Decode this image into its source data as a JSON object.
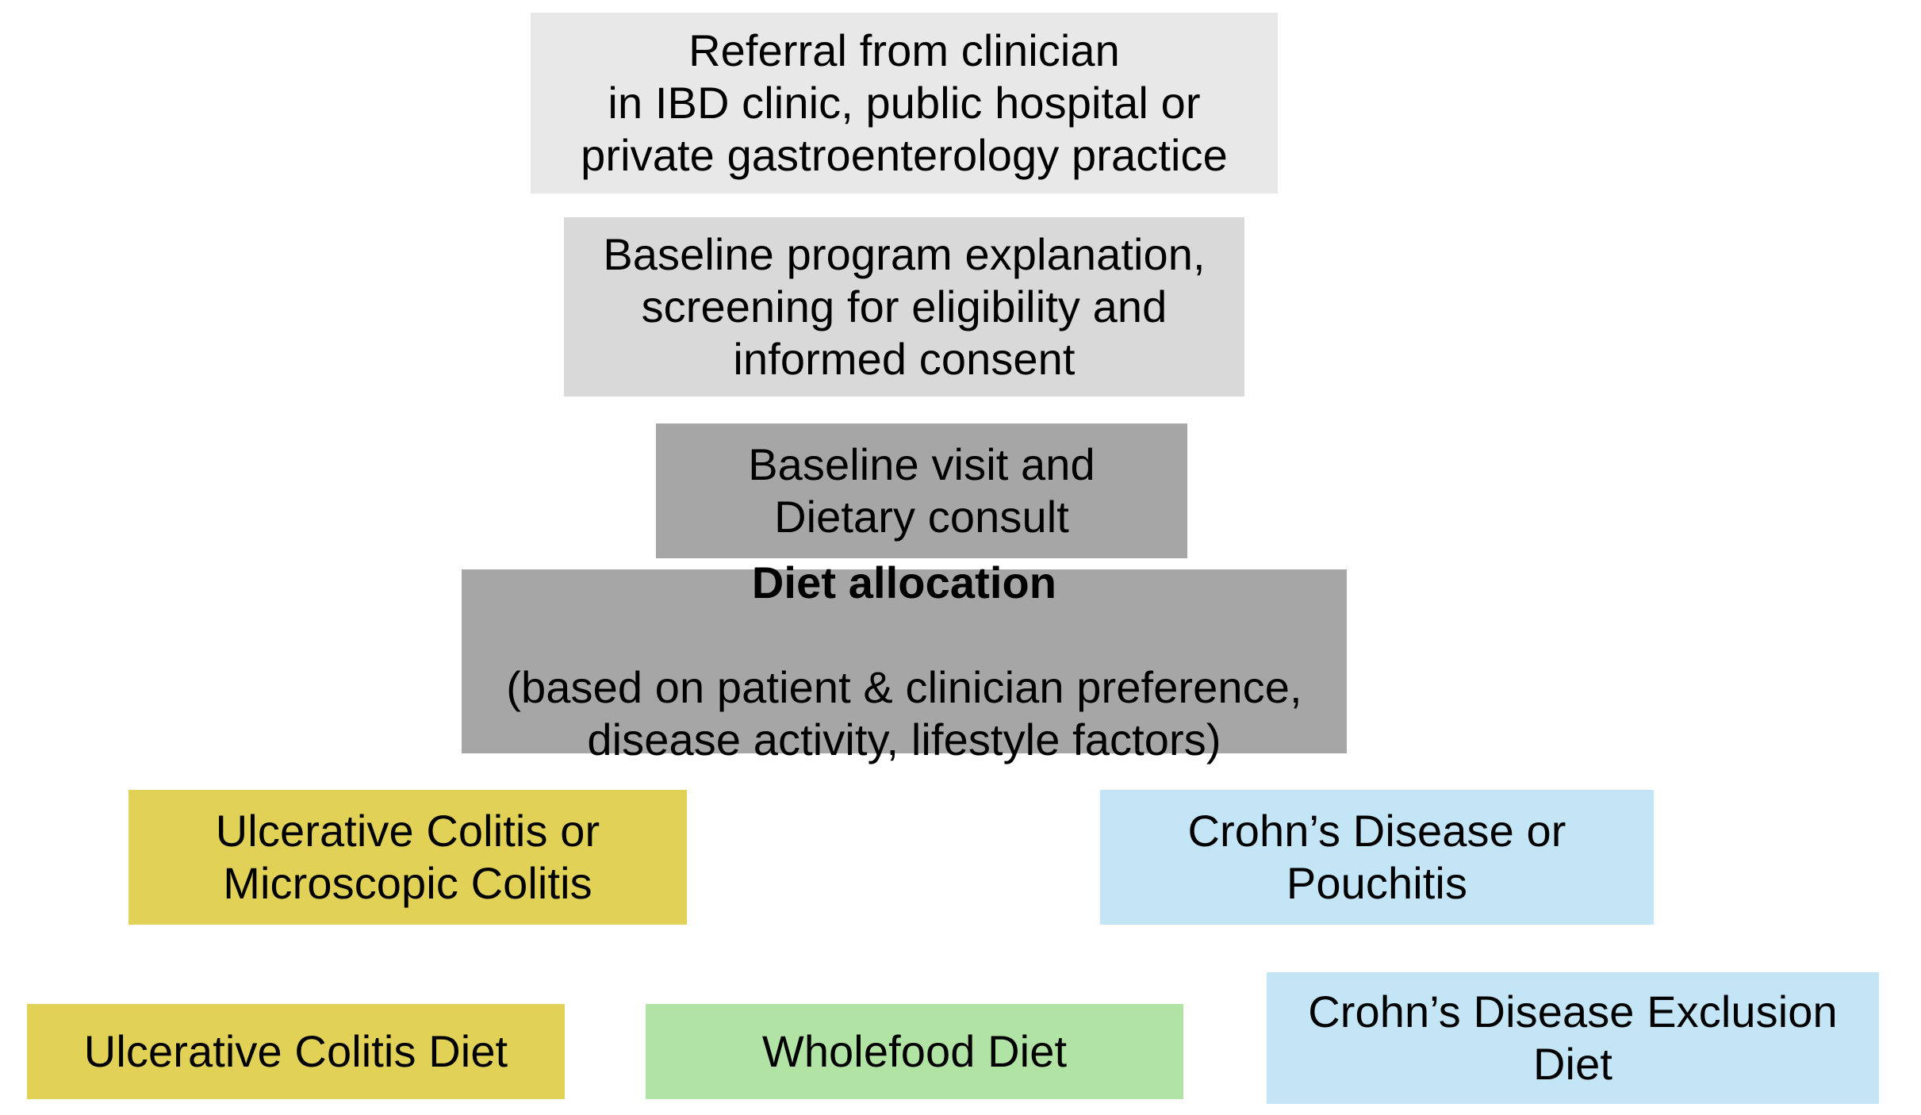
{
  "diagram": {
    "title": "IBD dietary intervention program participant flow",
    "background_color": "#ffffff",
    "nodes": {
      "referral": {
        "text": "Referral from clinician\nin IBD clinic, public hospital or\nprivate gastroenterology practice",
        "color": "#e8e8e8"
      },
      "baseline": {
        "text": "Baseline program explanation,\nscreening for eligibility and\ninformed consent",
        "color": "#d9d9d9"
      },
      "visit": {
        "text": "Baseline visit and\nDietary consult",
        "color": "#a6a6a6"
      },
      "allocation": {
        "title": "Diet allocation",
        "detail": "(based on patient & clinician preference,\ndisease activity, lifestyle factors)",
        "color": "#a6a6a6"
      },
      "arm_uc": {
        "text": "Ulcerative Colitis or\nMicroscopic Colitis",
        "color": "#e1d257"
      },
      "arm_cd": {
        "text": "Crohn’s Disease or\nPouchitis",
        "color": "#c3e5f5"
      },
      "diet_uc": {
        "text": "Ulcerative Colitis Diet",
        "color": "#e1d257"
      },
      "diet_wf": {
        "text": "Wholefood Diet",
        "color": "#b0e3a4"
      },
      "diet_cd": {
        "text": "Crohn’s Disease Exclusion\nDiet",
        "color": "#c3e5f5"
      }
    }
  }
}
